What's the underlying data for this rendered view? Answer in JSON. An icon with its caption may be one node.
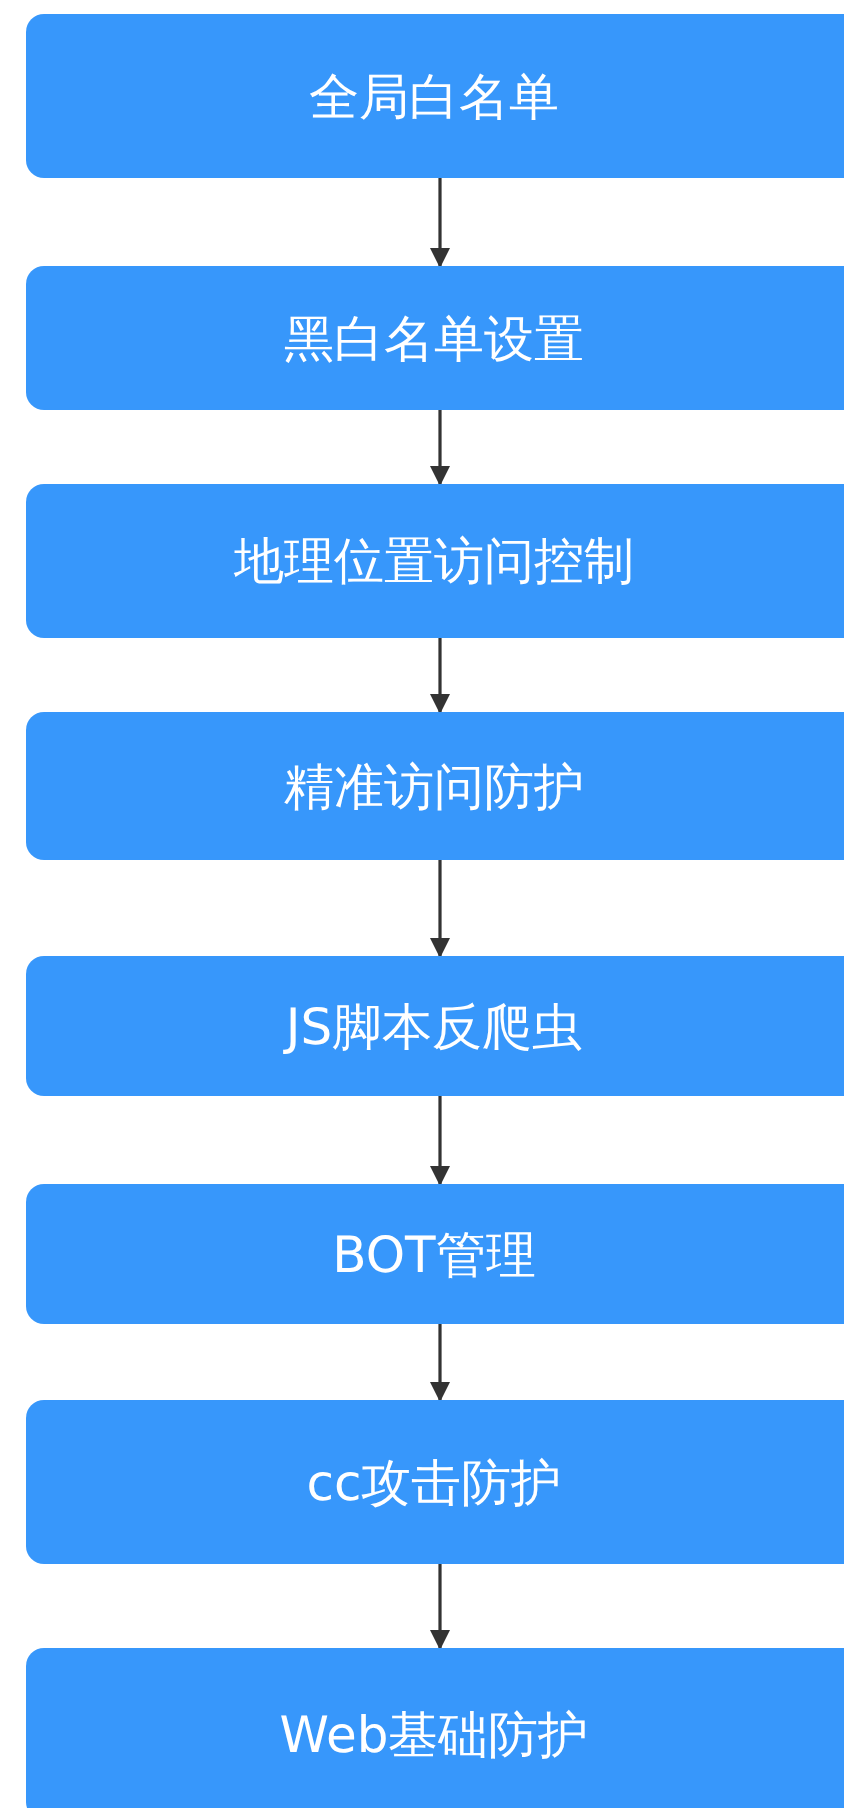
{
  "diagram": {
    "nodes": [
      {
        "text": [
          "全局白名单"
        ]
      },
      {
        "text": [
          "黑白名单设置"
        ]
      },
      {
        "text": [
          "地理位置访问控制"
        ]
      },
      {
        "text": [
          "精准访问防护"
        ]
      },
      {
        "text": [
          "JS脚本反爬虫"
        ]
      },
      {
        "text": [
          "BOT管理"
        ]
      },
      {
        "text": [
          "cc攻击防护"
        ]
      },
      {
        "text": [
          "Web基础防护"
        ]
      }
    ],
    "edges": [
      {
        "from": 0,
        "to": 1,
        "arrow": "to"
      },
      {
        "from": 1,
        "to": 2,
        "arrow": "to"
      },
      {
        "from": 2,
        "to": 3,
        "arrow": "to"
      },
      {
        "from": 3,
        "to": 4,
        "arrow": "to"
      },
      {
        "from": 4,
        "to": 5,
        "arrow": "to"
      },
      {
        "from": 5,
        "to": 6,
        "arrow": "to"
      },
      {
        "from": 6,
        "to": 7,
        "arrow": "to"
      }
    ]
  }
}
